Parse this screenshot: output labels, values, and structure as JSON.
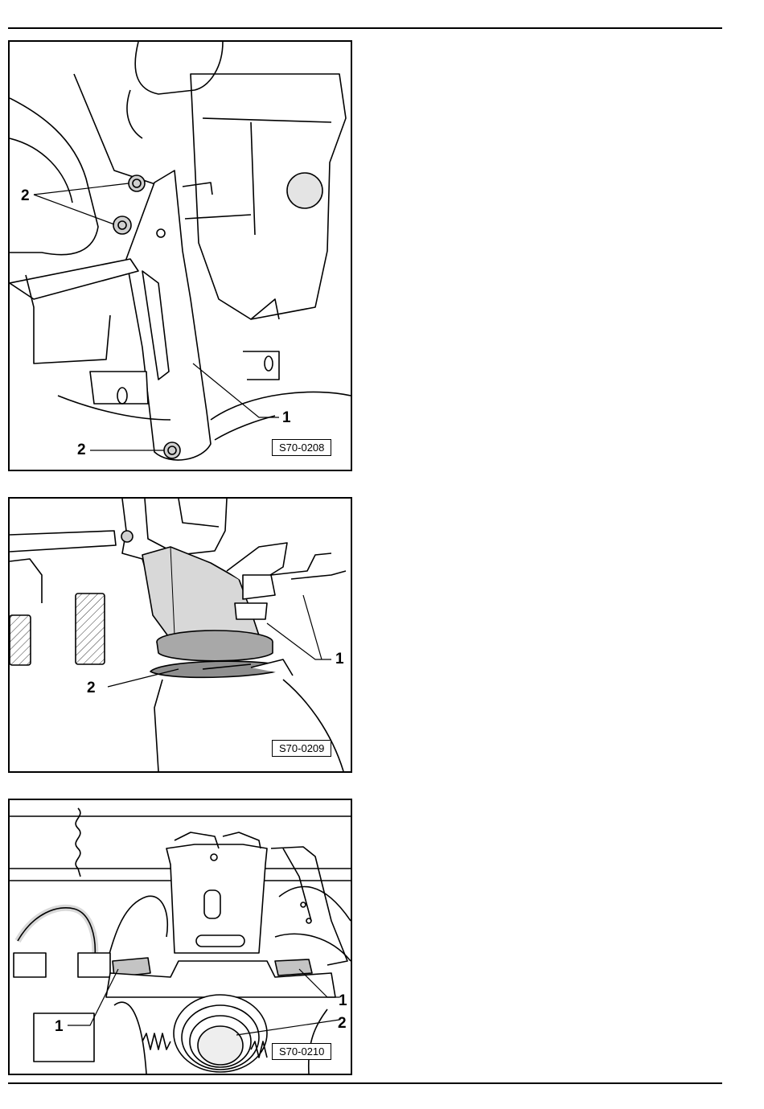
{
  "figures": [
    {
      "code": "S70-0208",
      "callouts": [
        {
          "label": "2"
        },
        {
          "label": "1"
        },
        {
          "label": "2"
        }
      ]
    },
    {
      "code": "S70-0209",
      "callouts": [
        {
          "label": "1"
        },
        {
          "label": "2"
        }
      ]
    },
    {
      "code": "S70-0210",
      "callouts": [
        {
          "label": "1"
        },
        {
          "label": "1"
        },
        {
          "label": "2"
        }
      ]
    }
  ]
}
